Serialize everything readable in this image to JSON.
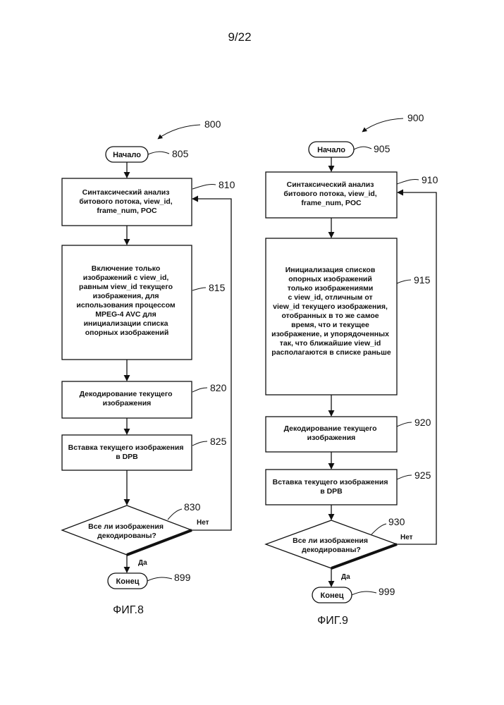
{
  "page_number": "9/22",
  "fig8": {
    "ref": "800",
    "caption": "ФИГ.8",
    "start": {
      "label": "Начало",
      "ref": "805"
    },
    "step810": {
      "lines": [
        "Синтаксический анализ",
        "битового потока, view_id,",
        "frame_num, POC"
      ],
      "ref": "810"
    },
    "step815": {
      "lines": [
        "Включение только",
        "изображений с view_id,",
        "равным view_id текущего",
        "изображения, для",
        "использования процессом",
        "MPEG-4 AVC для",
        "инициализации списка",
        "опорных изображений"
      ],
      "ref": "815"
    },
    "step820": {
      "lines": [
        "Декодирование текущего",
        "изображения"
      ],
      "ref": "820"
    },
    "step825": {
      "lines": [
        "Вставка текущего изображения",
        "в DPB"
      ],
      "ref": "825"
    },
    "decision830": {
      "lines": [
        "Все ли изображения",
        "декодированы?"
      ],
      "ref": "830",
      "no": "Нет",
      "yes": "Да"
    },
    "end": {
      "label": "Конец",
      "ref": "899"
    }
  },
  "fig9": {
    "ref": "900",
    "caption": "ФИГ.9",
    "start": {
      "label": "Начало",
      "ref": "905"
    },
    "step910": {
      "lines": [
        "Синтаксический анализ",
        "битового потока, view_id,",
        "frame_num, POC"
      ],
      "ref": "910"
    },
    "step915": {
      "lines": [
        "Инициализация списков",
        "опорных изображений",
        "только изображениями",
        "с view_id, отличным от",
        "view_id текущего изображения,",
        "отобранных в то же самое",
        "время, что и текущее",
        "изображение, и упорядоченных",
        "так, что ближайшие view_id",
        "располагаются в списке раньше"
      ],
      "ref": "915"
    },
    "step920": {
      "lines": [
        "Декодирование текущего",
        "изображения"
      ],
      "ref": "920"
    },
    "step925": {
      "lines": [
        "Вставка текущего изображения",
        "в DPB"
      ],
      "ref": "925"
    },
    "decision930": {
      "lines": [
        "Все ли изображения",
        "декодированы?"
      ],
      "ref": "930",
      "no": "Нет",
      "yes": "Да"
    },
    "end": {
      "label": "Конец",
      "ref": "999"
    }
  }
}
